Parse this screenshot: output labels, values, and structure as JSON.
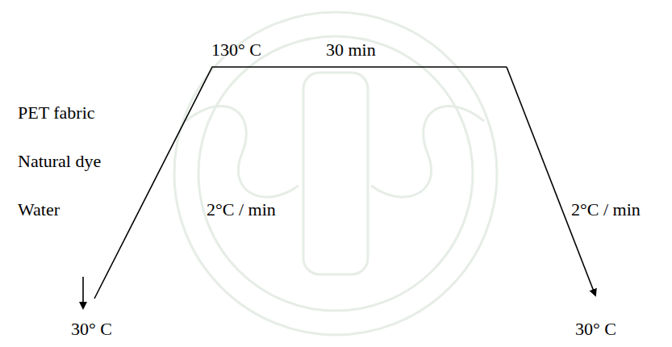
{
  "diagram": {
    "labels": [
      "130° C",
      "30 min",
      "PET fabric",
      "Natural dye",
      "Water",
      "2°C / min",
      "2°C / min",
      "30° C",
      "30° C"
    ]
  }
}
